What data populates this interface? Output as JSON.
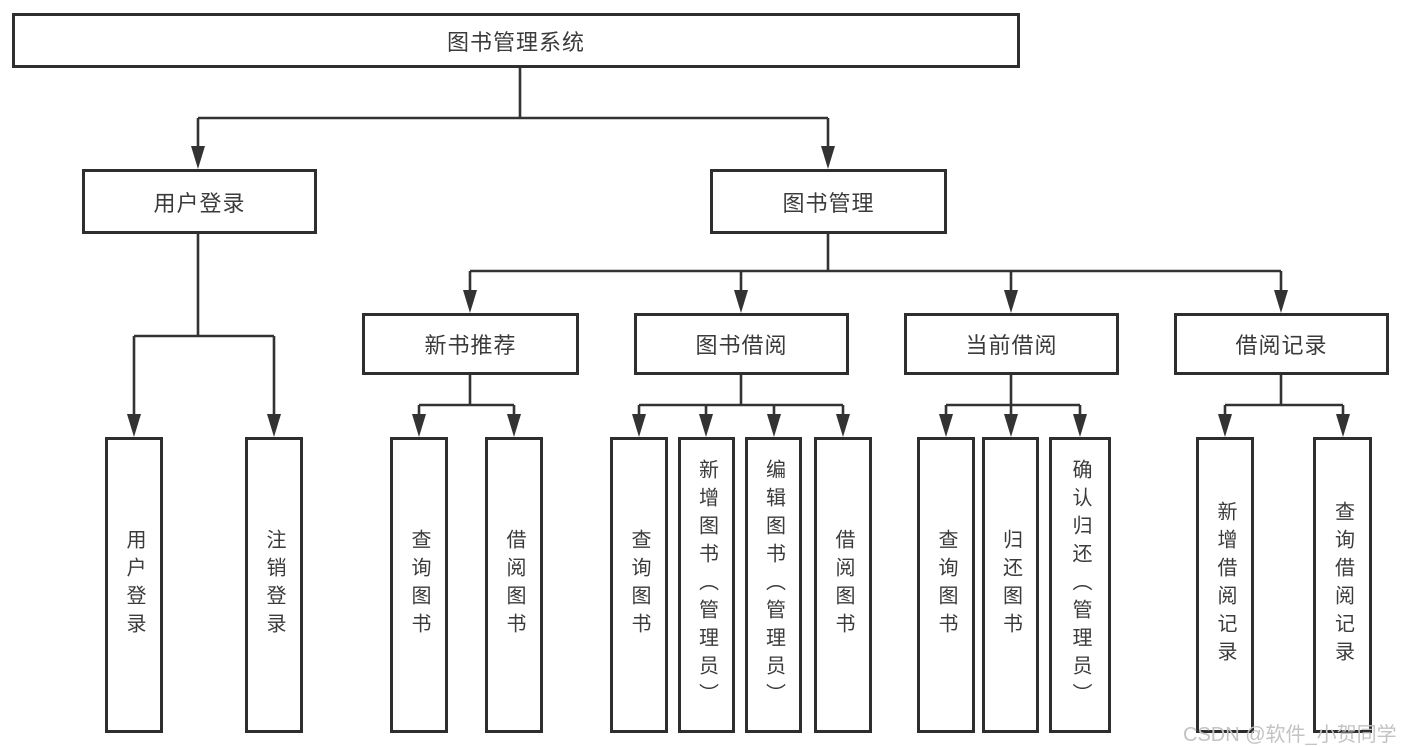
{
  "root": {
    "label": "图书管理系统"
  },
  "branches": {
    "user_login": {
      "label": "用户登录",
      "children": [
        "用户登录",
        "注销登录"
      ]
    },
    "book_mgmt": {
      "label": "图书管理"
    }
  },
  "modules": [
    {
      "label": "新书推荐",
      "children": [
        "查询图书",
        "借阅图书"
      ]
    },
    {
      "label": "图书借阅",
      "children": [
        "查询图书",
        "新增图书（管理员）",
        "编辑图书（管理员）",
        "借阅图书"
      ]
    },
    {
      "label": "当前借阅",
      "children": [
        "查询图书",
        "归还图书",
        "确认归还（管理员）"
      ]
    },
    {
      "label": "借阅记录",
      "children": [
        "新增借阅记录",
        "查询借阅记录"
      ]
    }
  ],
  "watermark": "CSDN @软件_小贺同学",
  "colors": {
    "background": "#ffffff",
    "box_border": "#2e2e2e",
    "line": "#333333",
    "text": "#3b3b3b",
    "watermark": "#c3c3c3"
  }
}
